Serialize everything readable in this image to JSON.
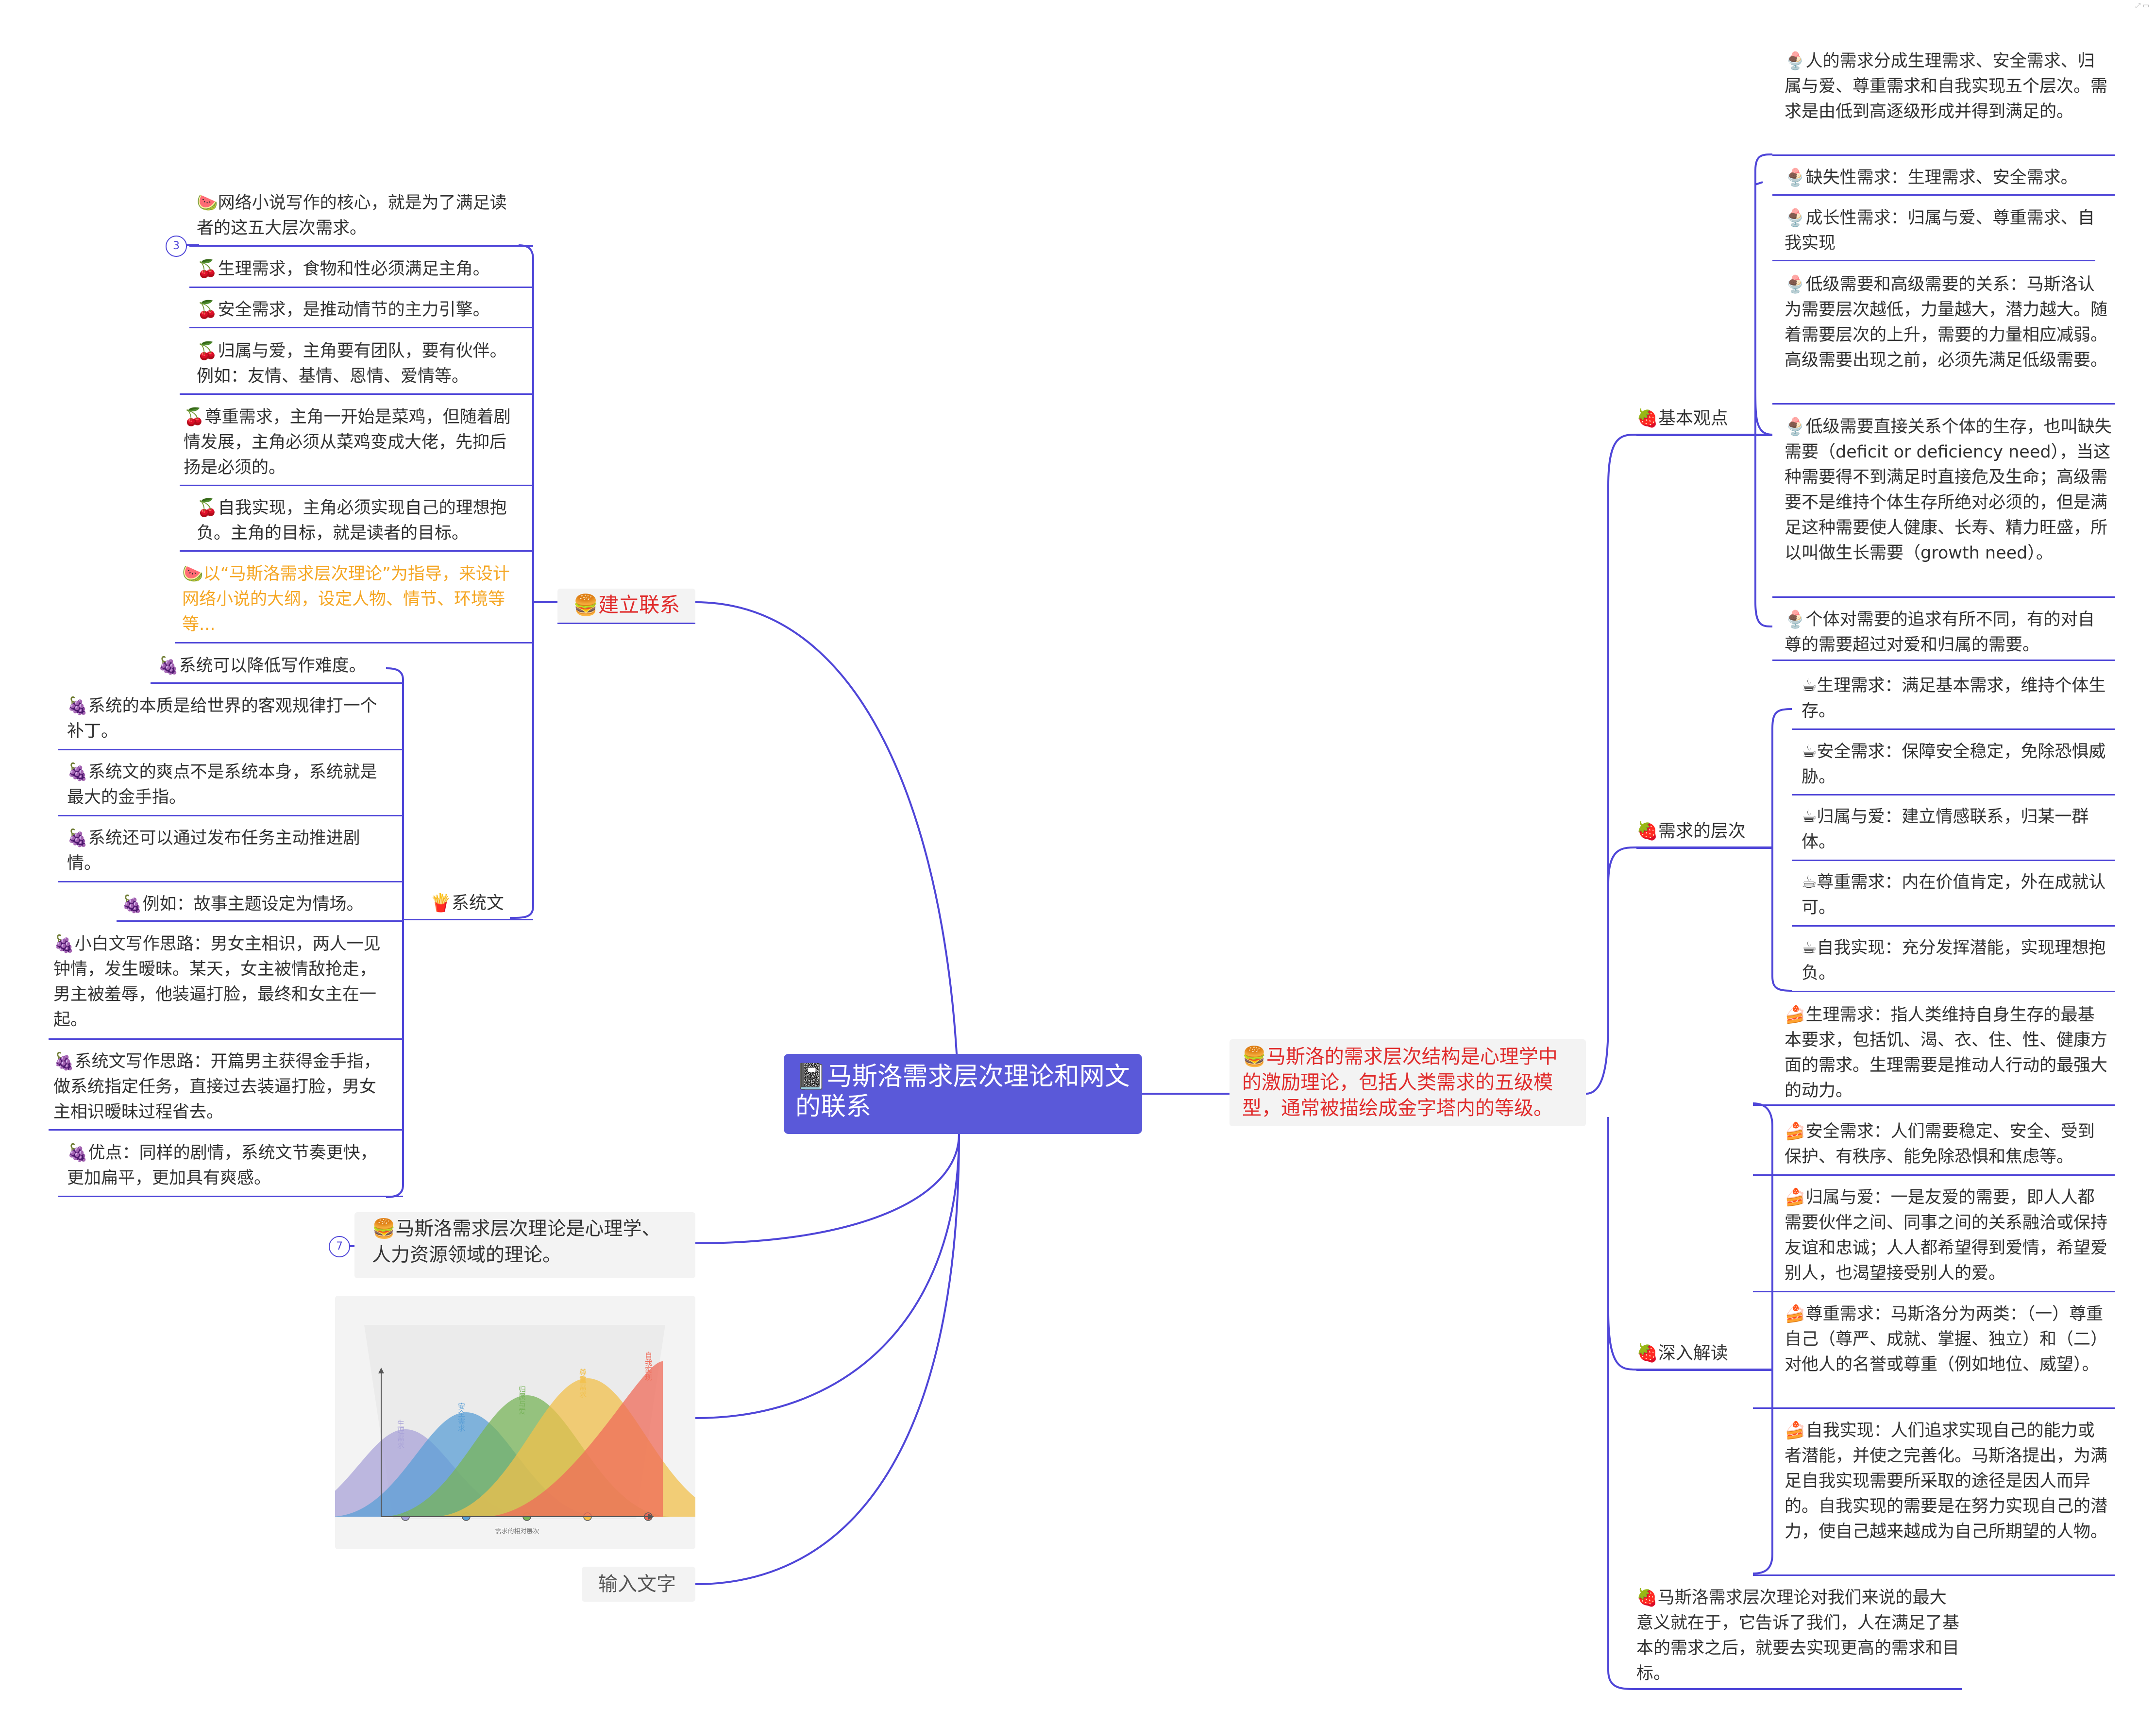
{
  "root": {
    "icon": "📓",
    "title": "马斯洛需求层次理论和网文的联系"
  },
  "right_main": {
    "icon": "🍔",
    "text": "马斯洛的需求层次结构是心理学中的激励理论，包括人类需求的五级模型，通常被描绘成金字塔内的等级。"
  },
  "basic_view": {
    "label": "🍓基本观点",
    "items": [
      "🍨人的需求分成生理需求、安全需求、归属与爱、尊重需求和自我实现五个层次。需求是由低到高逐级形成并得到满足的。",
      "🍨缺失性需求：生理需求、安全需求。",
      "🍨成长性需求：归属与爱、尊重需求、自我实现",
      "🍨低级需要和高级需要的关系：马斯洛认为需要层次越低，力量越大，潜力越大。随着需要层次的上升，需要的力量相应减弱。高级需要出现之前，必须先满足低级需要。",
      "🍨低级需要直接关系个体的生存，也叫缺失需要（deficit or deficiency need），当这种需要得不到满足时直接危及生命；高级需要不是维持个体生存所绝对必须的，但是满足这种需要使人健康、长寿、精力旺盛，所以叫做生长需要（growth need）。",
      "🍨个体对需要的追求有所不同，有的对自尊的需要超过对爱和归属的需要。"
    ]
  },
  "levels": {
    "label": "🍓需求的层次",
    "items": [
      "☕生理需求：满足基本需求，维持个体生存。",
      "☕安全需求：保障安全稳定，免除恐惧威胁。",
      "☕归属与爱：建立情感联系，归某一群体。",
      "☕尊重需求：内在价值肯定，外在成就认可。",
      "☕自我实现：充分发挥潜能，实现理想抱负。"
    ]
  },
  "deep": {
    "label": "🍓深入解读",
    "items": [
      "🍰生理需求：指人类维持自身生存的最基本要求，包括饥、渴、衣、住、性、健康方面的需求。生理需要是推动人行动的最强大的动力。",
      "🍰安全需求：人们需要稳定、安全、受到保护、有秩序、能免除恐惧和焦虑等。",
      "🍰归属与爱：一是友爱的需要，即人人都需要伙伴之间、同事之间的关系融洽或保持友谊和忠诚；人人都希望得到爱情，希望爱别人，也渴望接受别人的爱。",
      "🍰尊重需求：马斯洛分为两类：（一）尊重自己（尊严、成就、掌握、独立）和（二）对他人的名誉或尊重（例如地位、威望）。",
      "🍰自我实现：人们追求实现自己的能力或者潜能，并使之完善化。马斯洛提出，为满足自我实现需要所采取的途径是因人而异的。自我实现的需要是在努力实现自己的潜力，使自己越来越成为自己所期望的人物。"
    ]
  },
  "meaning": "🍓马斯洛需求层次理论对我们来说的最大意义就在于，它告诉了我们，人在满足了基本的需求之后，就要去实现更高的需求和目标。",
  "connect": {
    "label": "🍔建立联系",
    "count": "3",
    "items": [
      "🍉网络小说写作的核心，就是为了满足读者的这五大层次需求。",
      "🍒生理需求，食物和性必须满足主角。",
      "🍒安全需求，是推动情节的主力引擎。",
      "🍒归属与爱，主角要有团队，要有伙伴。例如：友情、基情、恩情、爱情等。",
      "🍒尊重需求，主角一开始是菜鸡，但随着剧情发展，主角必须从菜鸡变成大佬，先抑后扬是必须的。",
      "🍒自我实现，主角必须实现自己的理想抱负。主角的目标，就是读者的目标。",
      "🍉以“马斯洛需求层次理论”为指导，来设计网络小说的大纲，设定人物、情节、环境等等..."
    ]
  },
  "system": {
    "label": "🍟系统文",
    "items": [
      "🍇系统可以降低写作难度。",
      "🍇系统的本质是给世界的客观规律打一个补丁。",
      "🍇系统文的爽点不是系统本身，系统就是最大的金手指。",
      "🍇系统还可以通过发布任务主动推进剧情。",
      "🍇例如：故事主题设定为情场。",
      "🍇小白文写作思路：男女主相识，两人一见钟情，发生暧昧。某天，女主被情敌抢走，男主被羞辱，他装逼打脸，最终和女主在一起。",
      "🍇系统文写作思路：开篇男主获得金手指，做系统指定任务，直接过去装逼打脸，男女主相识暧昧过程省去。",
      "🍇优点：同样的剧情，系统文节奏更快，更加扁平，更加具有爽感。"
    ]
  },
  "theory_note": {
    "text": "🍔马斯洛需求层次理论是心理学、人力资源领域的理论。",
    "count": "7"
  },
  "input_placeholder": "输入文字",
  "chart_data": {
    "type": "area",
    "title": "",
    "xlabel": "需求的相对层次",
    "ylabel": "",
    "series": [
      {
        "name": "生理需求",
        "color": "#a9a3d8",
        "peak_level": 1
      },
      {
        "name": "安全需求",
        "color": "#5b9fd6",
        "peak_level": 2
      },
      {
        "name": "归属与爱",
        "color": "#78b45a",
        "peak_level": 3
      },
      {
        "name": "尊重需求",
        "color": "#f2c04c",
        "peak_level": 4
      },
      {
        "name": "自我实现",
        "color": "#ef6b5a",
        "peak_level": 5
      }
    ]
  }
}
